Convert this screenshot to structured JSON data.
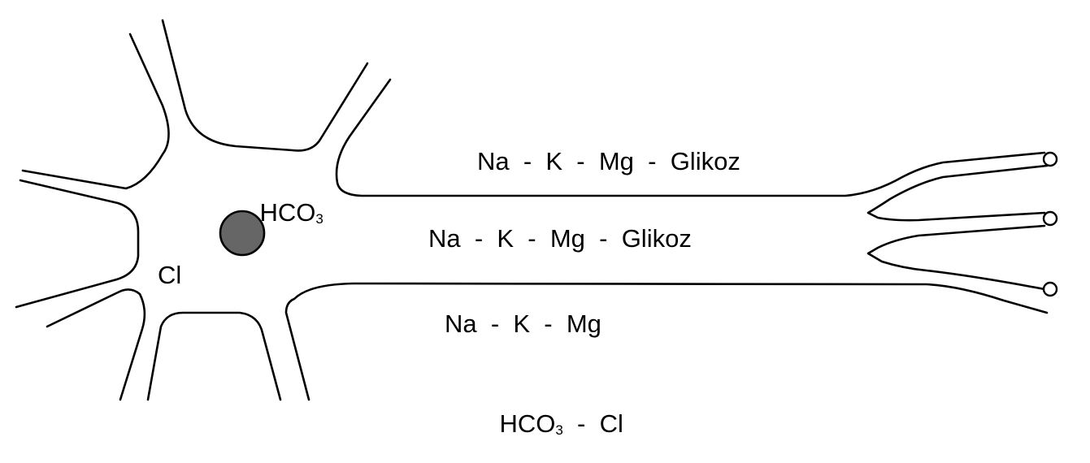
{
  "colors": {
    "stroke": "#000000",
    "nucleus_fill": "#666666",
    "background": "#ffffff"
  },
  "soma_labels": {
    "hco3_main": "HCO",
    "hco3_sub": "3",
    "cl": "Cl"
  },
  "axon_rows": [
    "Na  -  K  -  Mg  -  Glikoz",
    "Na  -  K  -  Mg  -  Glikoz"
  ],
  "bottom_rows": {
    "row1": "Na  -  K  -  Mg",
    "row2_main": "HCO",
    "row2_sub": "3",
    "row2_rest": "  -  Cl"
  }
}
